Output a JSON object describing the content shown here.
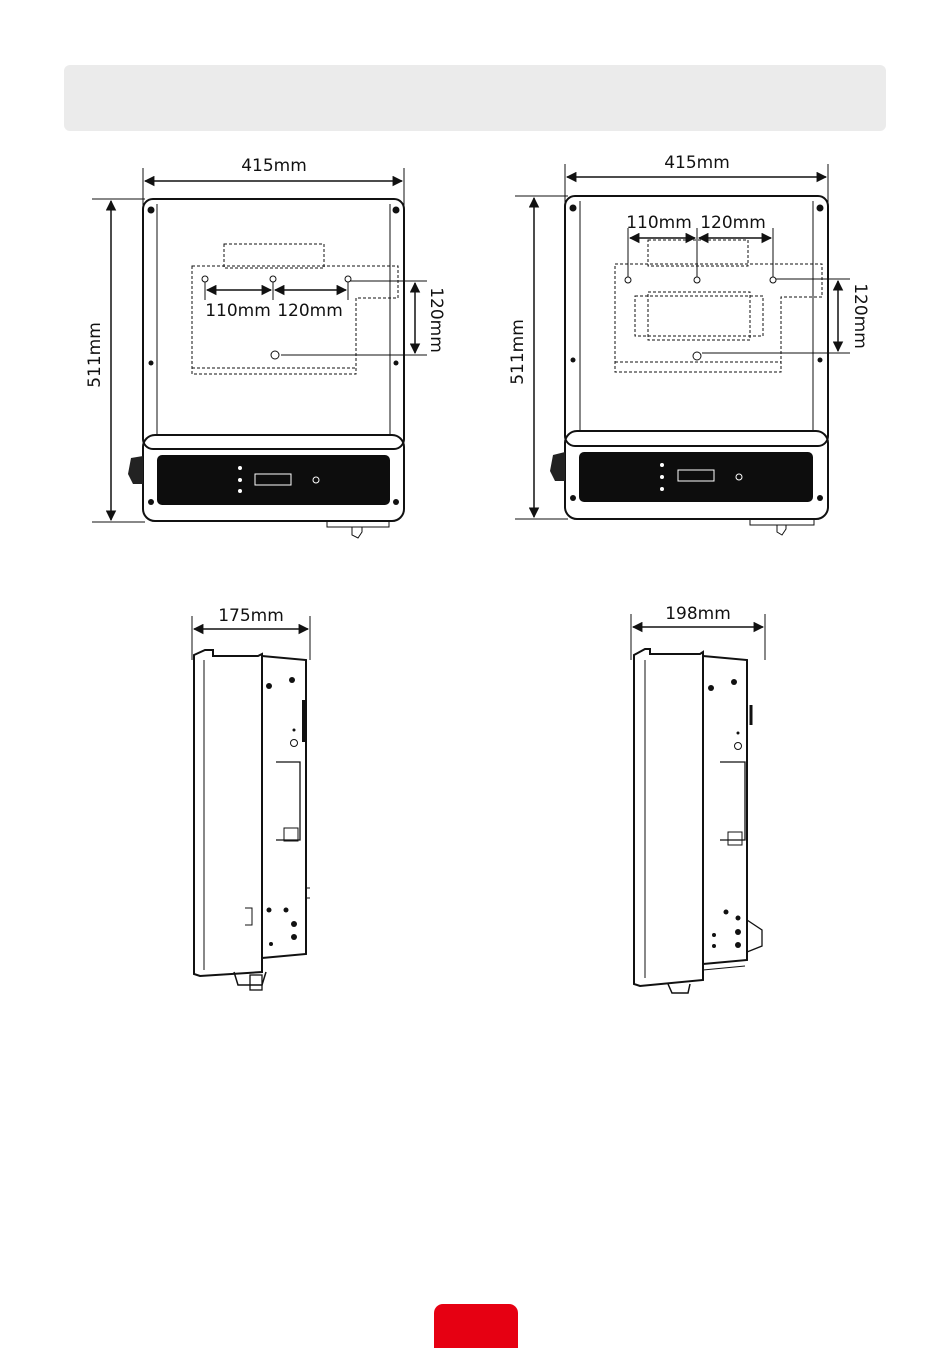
{
  "colors": {
    "title_bar": "#ebebeb",
    "accent": "#e60012",
    "line": "#111111",
    "panel": "#0d0d0d"
  },
  "front_view_a": {
    "width": "415mm",
    "height": "511mm",
    "spacing_left": "110mm",
    "spacing_right": "120mm",
    "spacing_vertical": "120mm"
  },
  "front_view_b": {
    "width": "415mm",
    "height": "511mm",
    "spacing_left": "110mm",
    "spacing_right": "120mm",
    "spacing_vertical": "120mm"
  },
  "side_view_a": {
    "depth": "175mm"
  },
  "side_view_b": {
    "depth": "198mm"
  }
}
